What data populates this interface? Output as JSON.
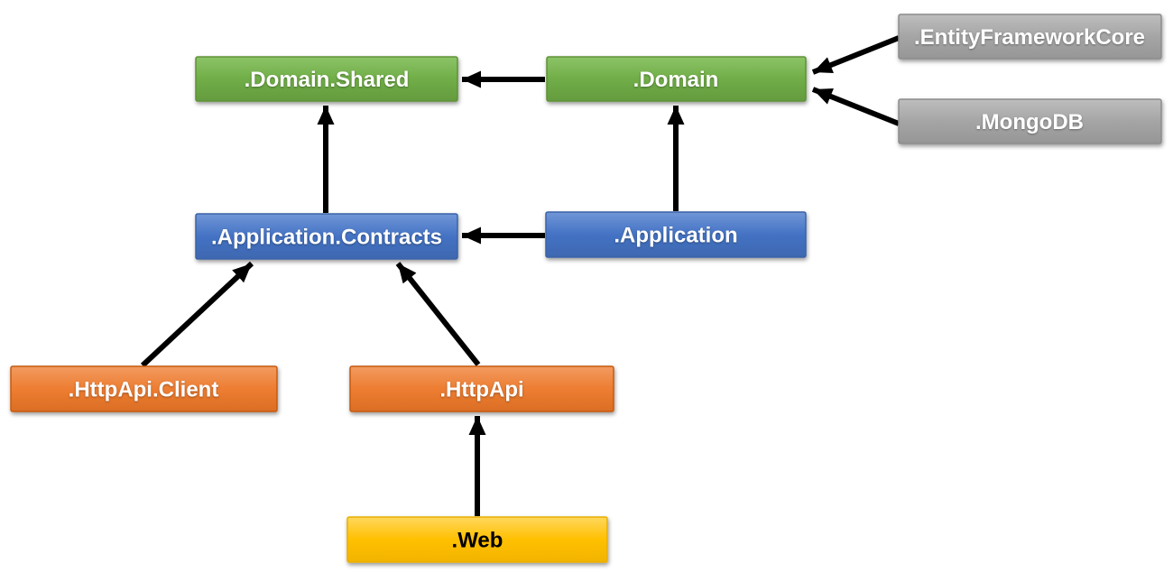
{
  "diagram": {
    "type": "dependency-graph",
    "background": "#FFFFFF",
    "palette": {
      "green": "#70AD47",
      "blue": "#4472C4",
      "orange": "#ED7D31",
      "yellow": "#FFC000",
      "gray": "#A5A5A5",
      "arrow": "#000000",
      "label_light": "#FFFFFF",
      "label_dark": "#000000"
    },
    "nodes": {
      "domain_shared": {
        "label": ".Domain.Shared",
        "color": "#70AD47",
        "text_color": "#FFFFFF"
      },
      "domain": {
        "label": ".Domain",
        "color": "#70AD47",
        "text_color": "#FFFFFF"
      },
      "entity_framework_core": {
        "label": ".EntityFrameworkCore",
        "color": "#A5A5A5",
        "text_color": "#FFFFFF"
      },
      "mongodb": {
        "label": ".MongoDB",
        "color": "#A5A5A5",
        "text_color": "#FFFFFF"
      },
      "application_contracts": {
        "label": ".Application.Contracts",
        "color": "#4472C4",
        "text_color": "#FFFFFF"
      },
      "application": {
        "label": ".Application",
        "color": "#4472C4",
        "text_color": "#FFFFFF"
      },
      "httpapi_client": {
        "label": ".HttpApi.Client",
        "color": "#ED7D31",
        "text_color": "#FFFFFF"
      },
      "httpapi": {
        "label": ".HttpApi",
        "color": "#ED7D31",
        "text_color": "#FFFFFF"
      },
      "web": {
        "label": ".Web",
        "color": "#FFC000",
        "text_color": "#000000"
      }
    },
    "edges": [
      {
        "from": ".Domain",
        "to": ".Domain.Shared"
      },
      {
        "from": ".EntityFrameworkCore",
        "to": ".Domain"
      },
      {
        "from": ".MongoDB",
        "to": ".Domain"
      },
      {
        "from": ".Application.Contracts",
        "to": ".Domain.Shared"
      },
      {
        "from": ".Application",
        "to": ".Domain"
      },
      {
        "from": ".Application",
        "to": ".Application.Contracts"
      },
      {
        "from": ".HttpApi.Client",
        "to": ".Application.Contracts"
      },
      {
        "from": ".HttpApi",
        "to": ".Application.Contracts"
      },
      {
        "from": ".Web",
        "to": ".HttpApi"
      }
    ]
  }
}
